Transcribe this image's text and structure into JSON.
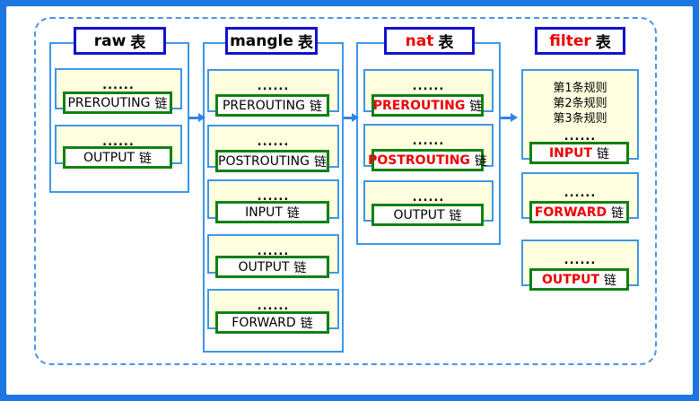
{
  "diagram_title": "iptables tables and chains flow",
  "colors": {
    "outer_border": "#1c75e0",
    "dashed_border": "#4a92e8",
    "box_border_blue": "#3e96e8",
    "header_border": "#1111cf",
    "row_fill": "#ffffe0",
    "chain_border_green": "#128012",
    "highlight_red": "#ee0000",
    "text_black": "#000000"
  },
  "columns": [
    {
      "id": "raw",
      "title": {
        "name": "raw",
        "suffix": "表"
      },
      "rows": [
        {
          "dots": "......",
          "chain": "PREROUTING",
          "chain_suffix": "链",
          "chain_color": "black"
        },
        {
          "dots": "......",
          "chain": "OUTPUT",
          "chain_suffix": "链",
          "chain_color": "black"
        }
      ]
    },
    {
      "id": "mangle",
      "title": {
        "name": "mangle",
        "suffix": "表"
      },
      "rows": [
        {
          "dots": "......",
          "chain": "PREROUTING",
          "chain_suffix": "链",
          "chain_color": "black"
        },
        {
          "dots": "......",
          "chain": "POSTROUTING",
          "chain_suffix": "链",
          "chain_color": "black"
        },
        {
          "dots": "......",
          "chain": "INPUT",
          "chain_suffix": "链",
          "chain_color": "black"
        },
        {
          "dots": "......",
          "chain": "OUTPUT",
          "chain_suffix": "链",
          "chain_color": "black"
        },
        {
          "dots": "......",
          "chain": "FORWARD",
          "chain_suffix": "链",
          "chain_color": "black"
        }
      ]
    },
    {
      "id": "nat",
      "title": {
        "name": "nat",
        "suffix": "表"
      },
      "rows": [
        {
          "dots": "......",
          "chain": "PREROUTING",
          "chain_suffix": "链",
          "chain_color": "red"
        },
        {
          "dots": "......",
          "chain": "POSTROUTING",
          "chain_suffix": "链",
          "chain_color": "red"
        },
        {
          "dots": "......",
          "chain": "OUTPUT",
          "chain_suffix": "链",
          "chain_color": "black"
        }
      ]
    },
    {
      "id": "filter",
      "title": {
        "name": "filter",
        "suffix": "表"
      },
      "rows": [
        {
          "rules": [
            "第1条规则",
            "第2条规则",
            "第3条规则"
          ],
          "dots": "......",
          "chain": "INPUT",
          "chain_suffix": "链",
          "chain_color": "red"
        },
        {
          "dots": "......",
          "chain": "FORWARD",
          "chain_suffix": "链",
          "chain_color": "red"
        },
        {
          "dots": "......",
          "chain": "OUTPUT",
          "chain_suffix": "链",
          "chain_color": "red"
        }
      ]
    }
  ]
}
